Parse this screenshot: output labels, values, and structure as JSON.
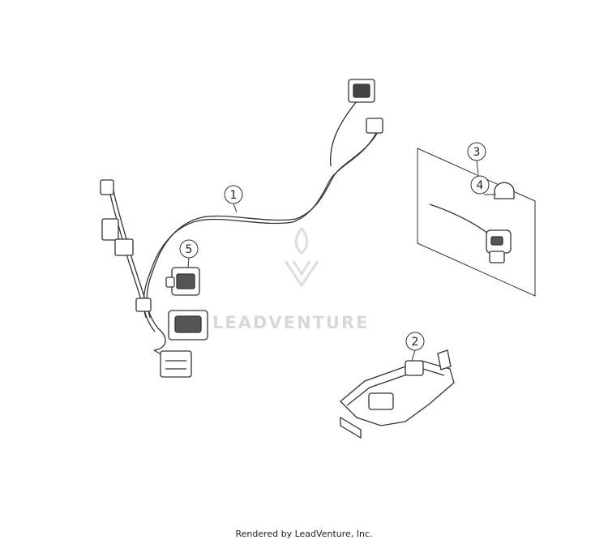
{
  "callouts": [
    "1",
    "2",
    "3",
    "4",
    "5"
  ],
  "watermark": {
    "text": "LEADVENTURE"
  },
  "footer": {
    "credit": "Rendered by LeadVenture, Inc."
  }
}
